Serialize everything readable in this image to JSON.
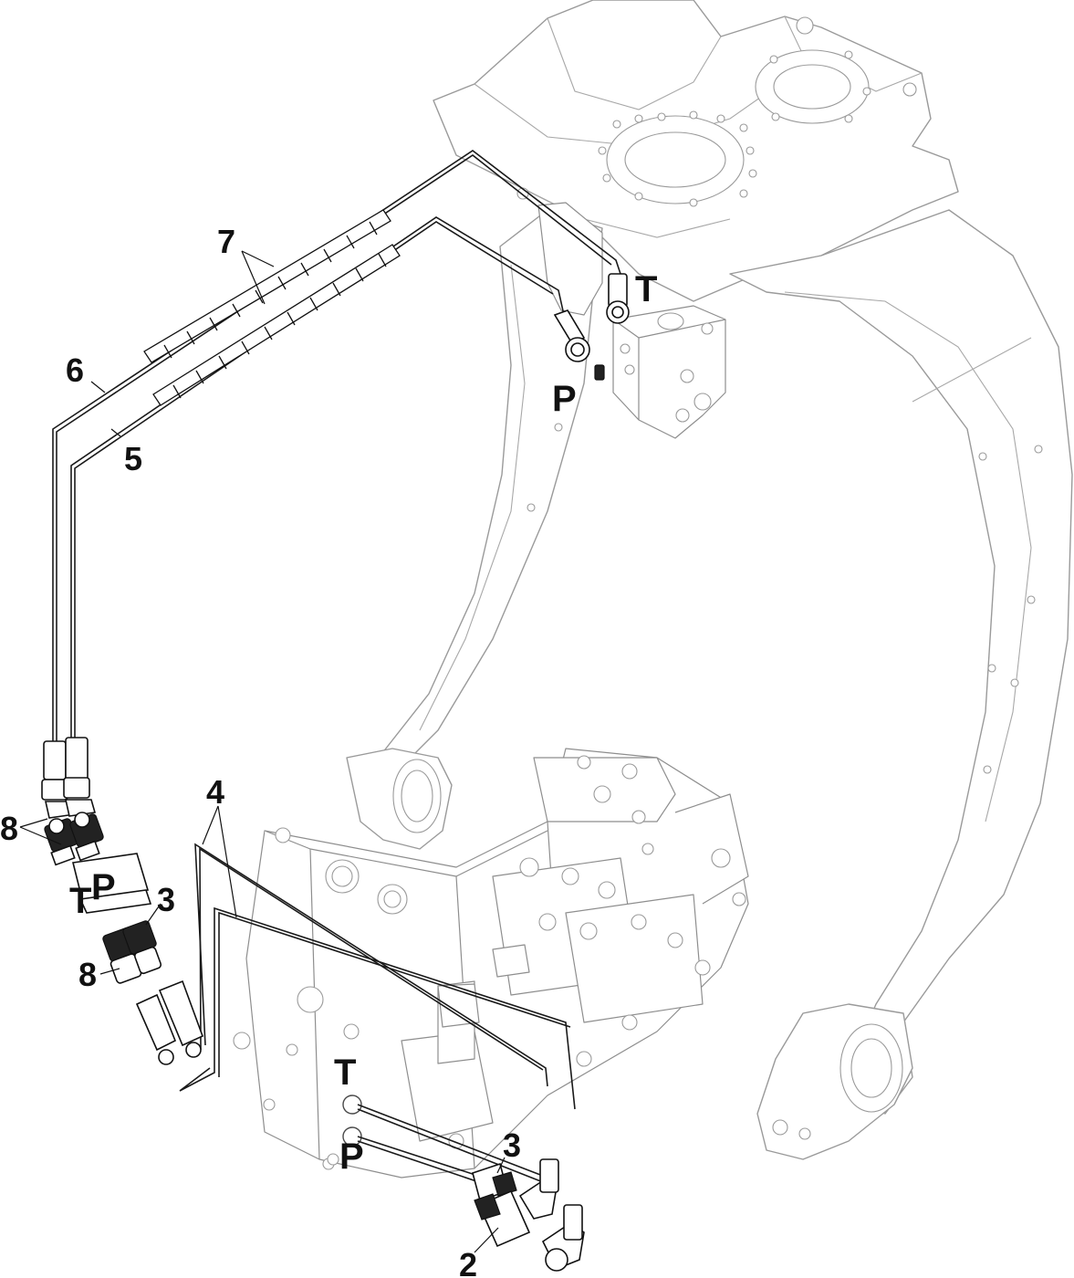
{
  "callouts": {
    "n7": "7",
    "n6": "6",
    "n5": "5",
    "n4": "4",
    "n8_top": "8",
    "n8_bottom": "8",
    "n3_left": "3",
    "n3_right": "3",
    "n2": "2"
  },
  "ports": {
    "upper_t": "T",
    "upper_p": "P",
    "left_t": "T",
    "left_p": "P",
    "valve_t": "T",
    "valve_p": "P"
  },
  "colors": {
    "frame_lines": "#9a9a9a",
    "hose_lines": "#1a1a1a",
    "labels": "#111111"
  }
}
